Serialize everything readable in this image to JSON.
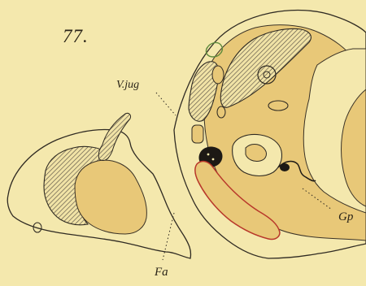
{
  "figure": {
    "number": "77.",
    "labels": {
      "vjug": "V.jug",
      "fa": "Fa",
      "gp": "Gp"
    }
  },
  "colors": {
    "paper": "#f4e8ad",
    "tissue_fill": "#e8c878",
    "outline": "#2f2a22",
    "hatch": "#5a5246",
    "red_outline": "#b8372a",
    "green_outline": "#5f8a3c",
    "dark_structure": "#1d1915"
  }
}
